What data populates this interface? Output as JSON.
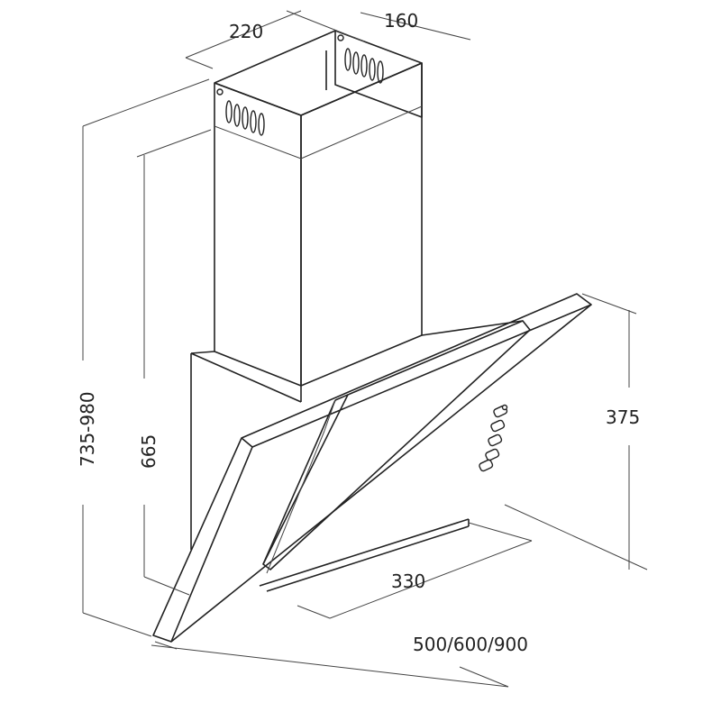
{
  "dimensions": {
    "chimney_width": "220",
    "chimney_depth": "160",
    "total_height": "735-980",
    "body_height": "665",
    "panel_height": "375",
    "panel_depth": "330",
    "widths": "500/600/900"
  }
}
